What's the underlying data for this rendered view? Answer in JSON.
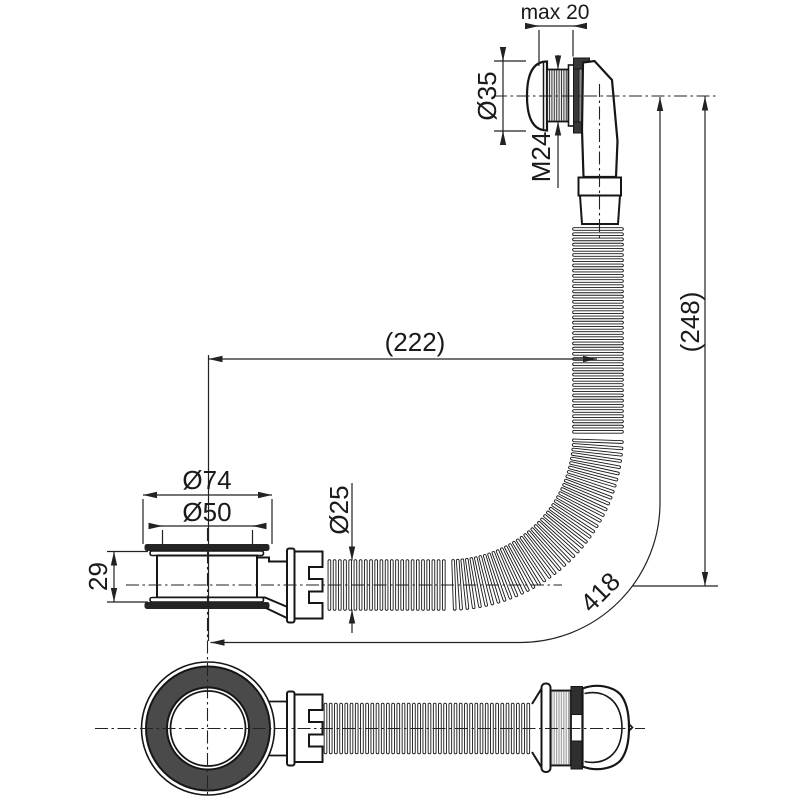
{
  "drawing": {
    "dims": {
      "max_panel_thickness": "max 20",
      "cap_diameter": "Ø35",
      "thread_size": "M24",
      "horizontal_offset": "(222)",
      "vertical_offset": "(248)",
      "flange_diameter": "Ø74",
      "grate_diameter": "Ø50",
      "hose_diameter": "Ø25",
      "body_height": "29",
      "hose_length": "418"
    }
  }
}
